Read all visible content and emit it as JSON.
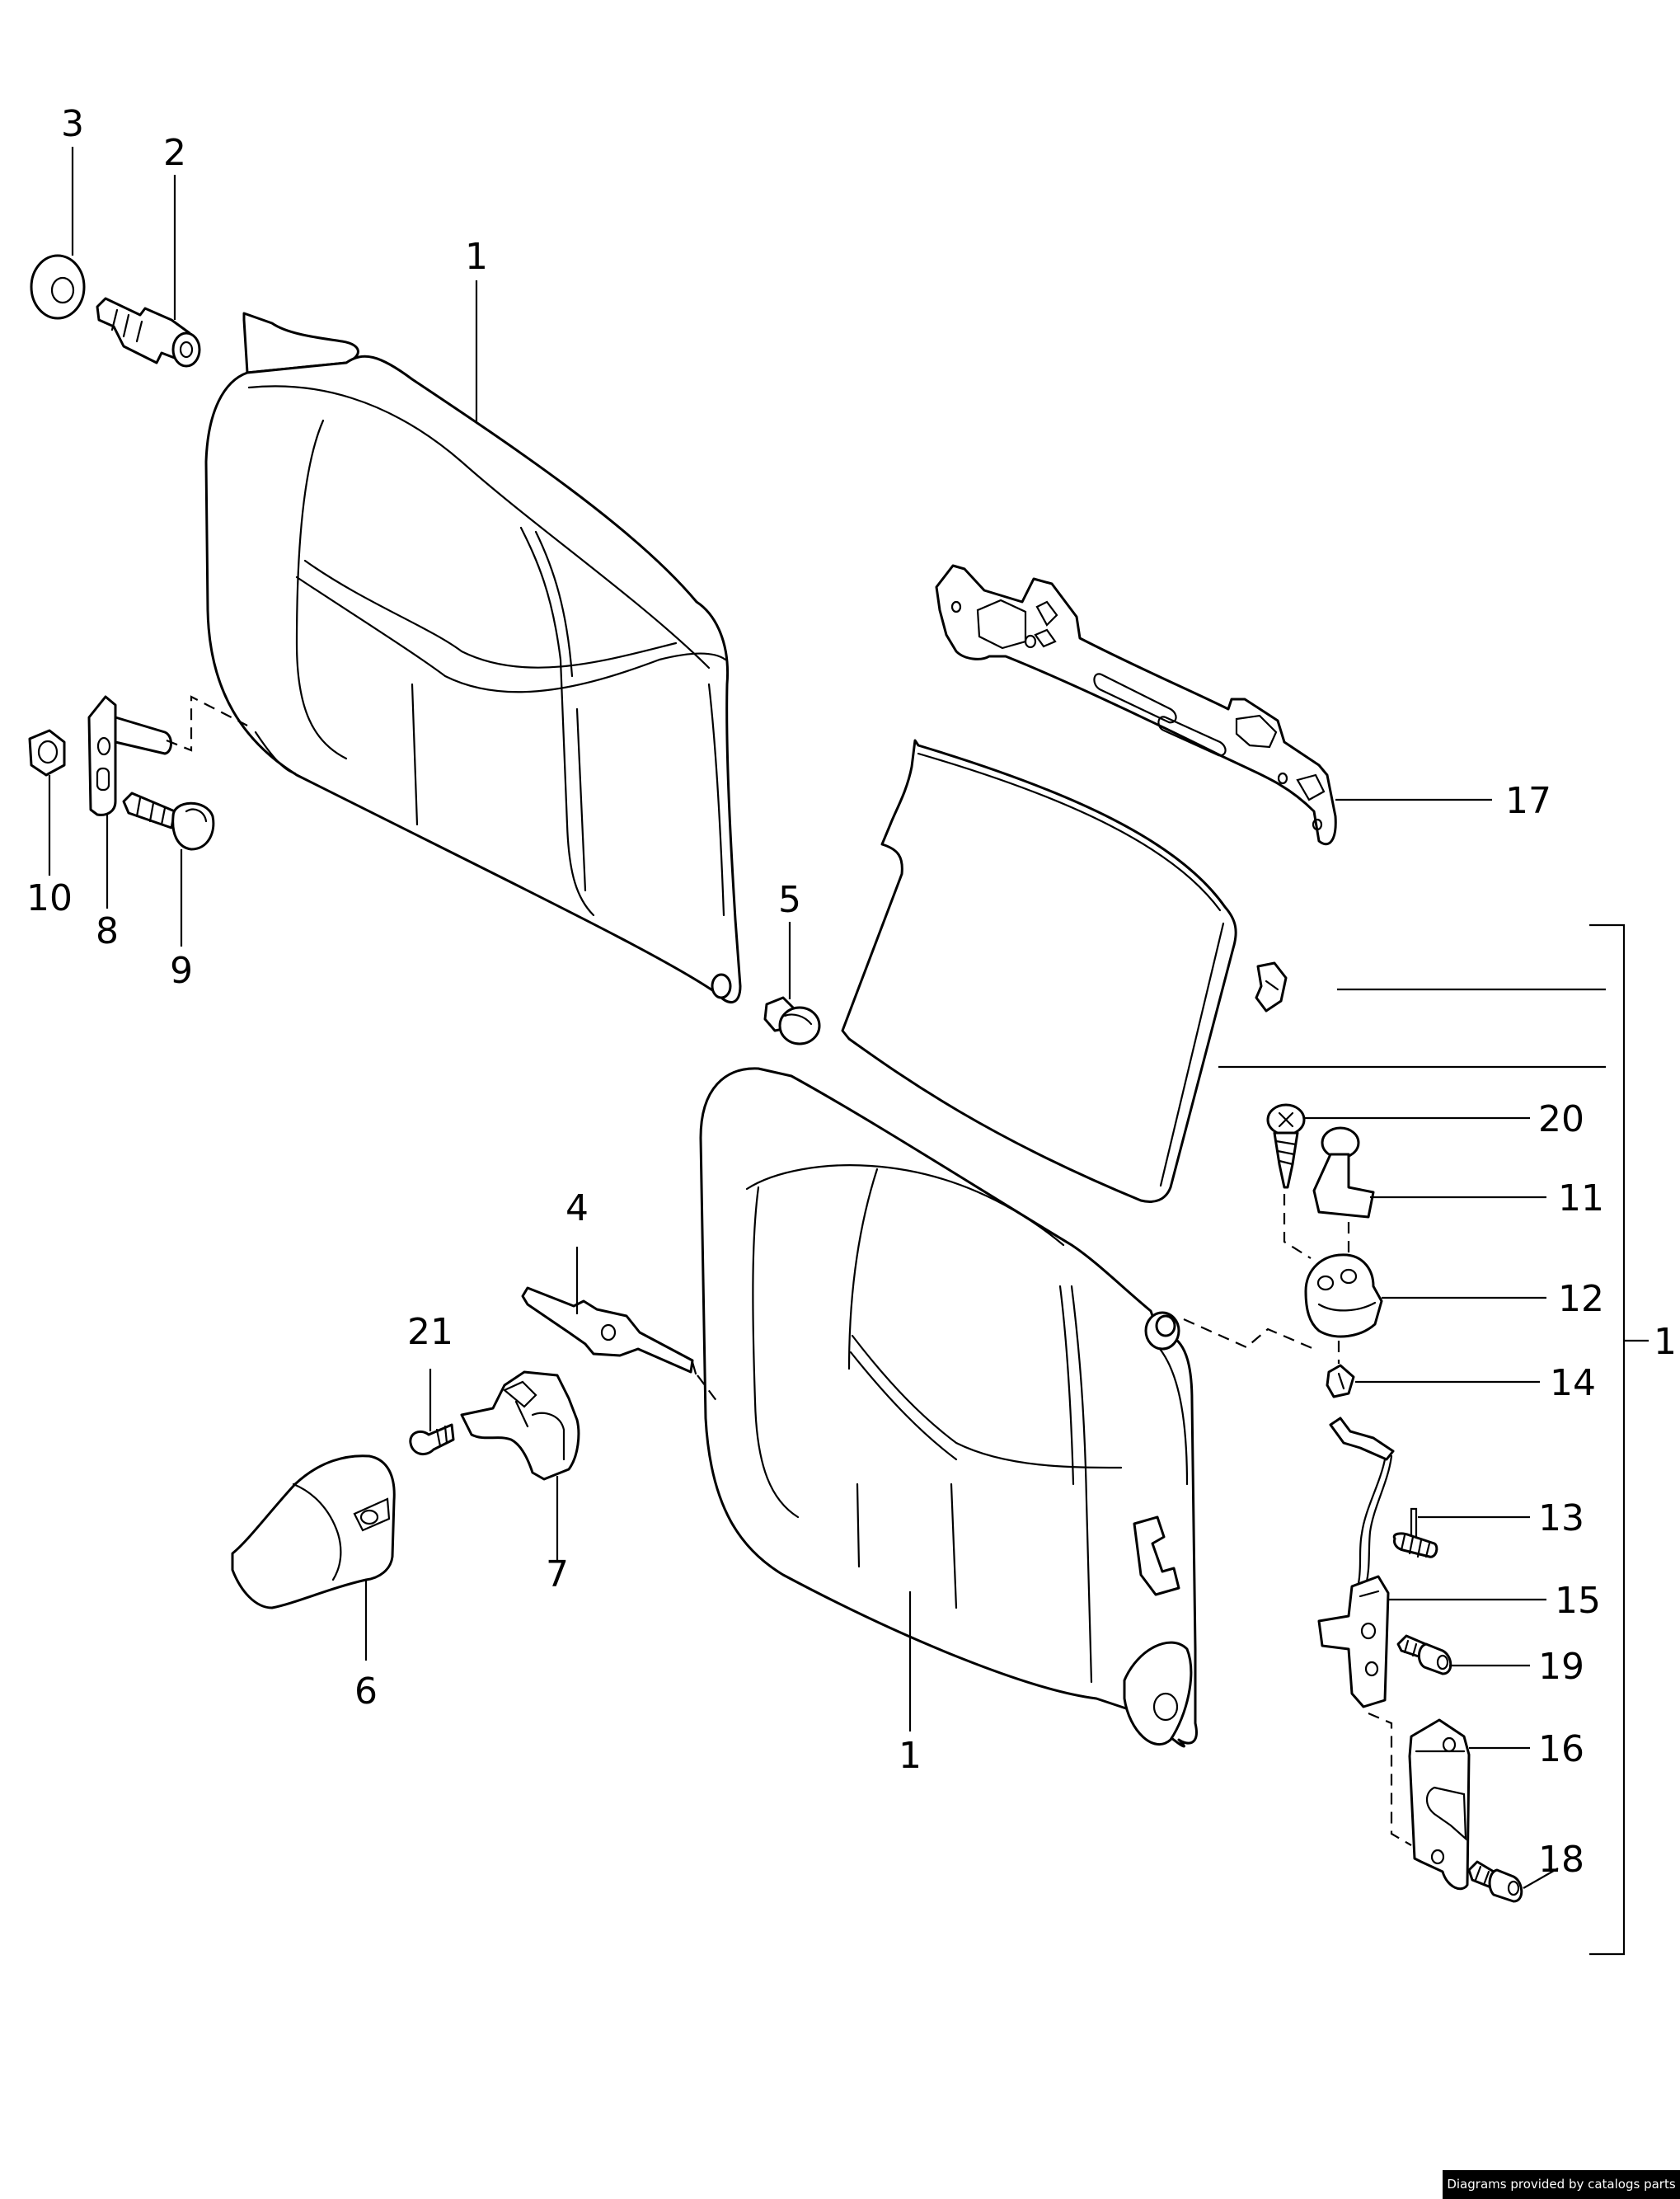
{
  "callouts": {
    "c1_top": "1",
    "c1_bottom": "1",
    "c1_bracket": "1",
    "c2": "2",
    "c3": "3",
    "c4": "4",
    "c5": "5",
    "c6": "6",
    "c7": "7",
    "c8": "8",
    "c9": "9",
    "c10": "10",
    "c11": "11",
    "c12": "12",
    "c13": "13",
    "c14": "14",
    "c15": "15",
    "c16": "16",
    "c17": "17",
    "c18": "18",
    "c19": "19",
    "c20": "20",
    "c21": "21"
  },
  "credit": "Diagrams provided by catalogs parts"
}
